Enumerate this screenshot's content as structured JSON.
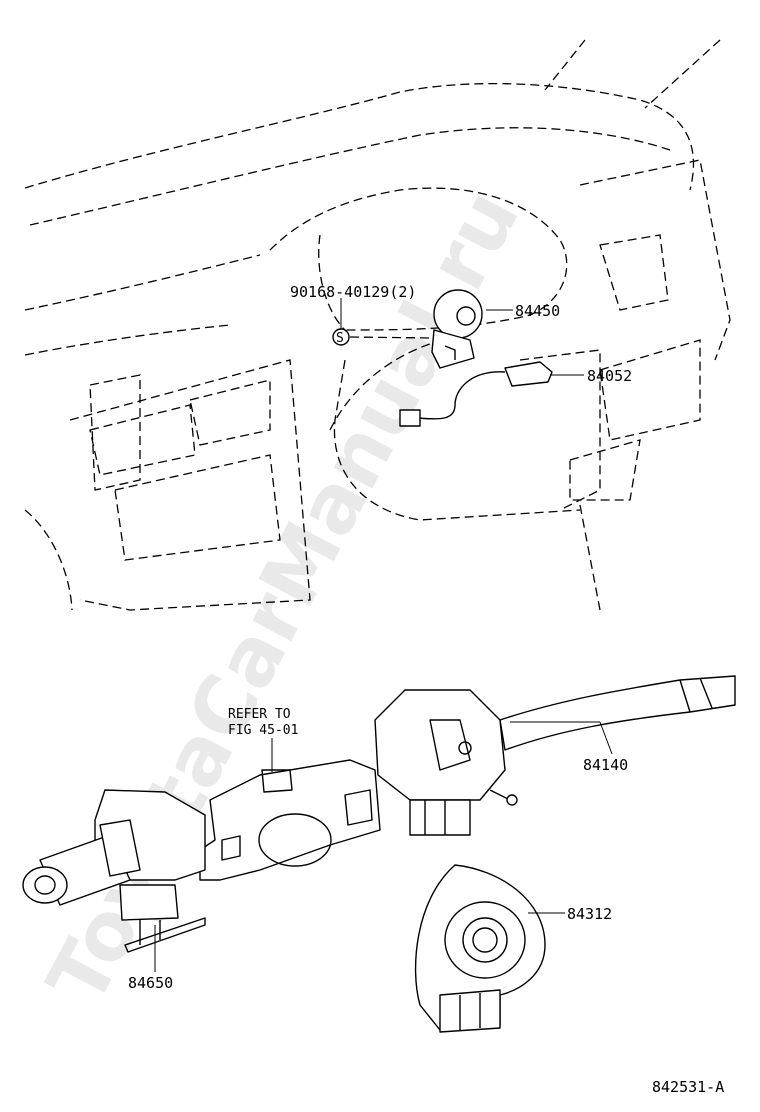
{
  "watermark": "ToyotaCarManual.ru",
  "callouts": {
    "bolt": "90168-40129(2)",
    "ignition_switch": "84450",
    "wire_harness": "84052",
    "wiper_switch": "84140",
    "spiral_cable": "84312",
    "headlamp_switch": "84650",
    "refer_line1": "REFER TO",
    "refer_line2": "FIG 45-01",
    "bolt_symbol": "S"
  },
  "figure_id": "842531-A"
}
